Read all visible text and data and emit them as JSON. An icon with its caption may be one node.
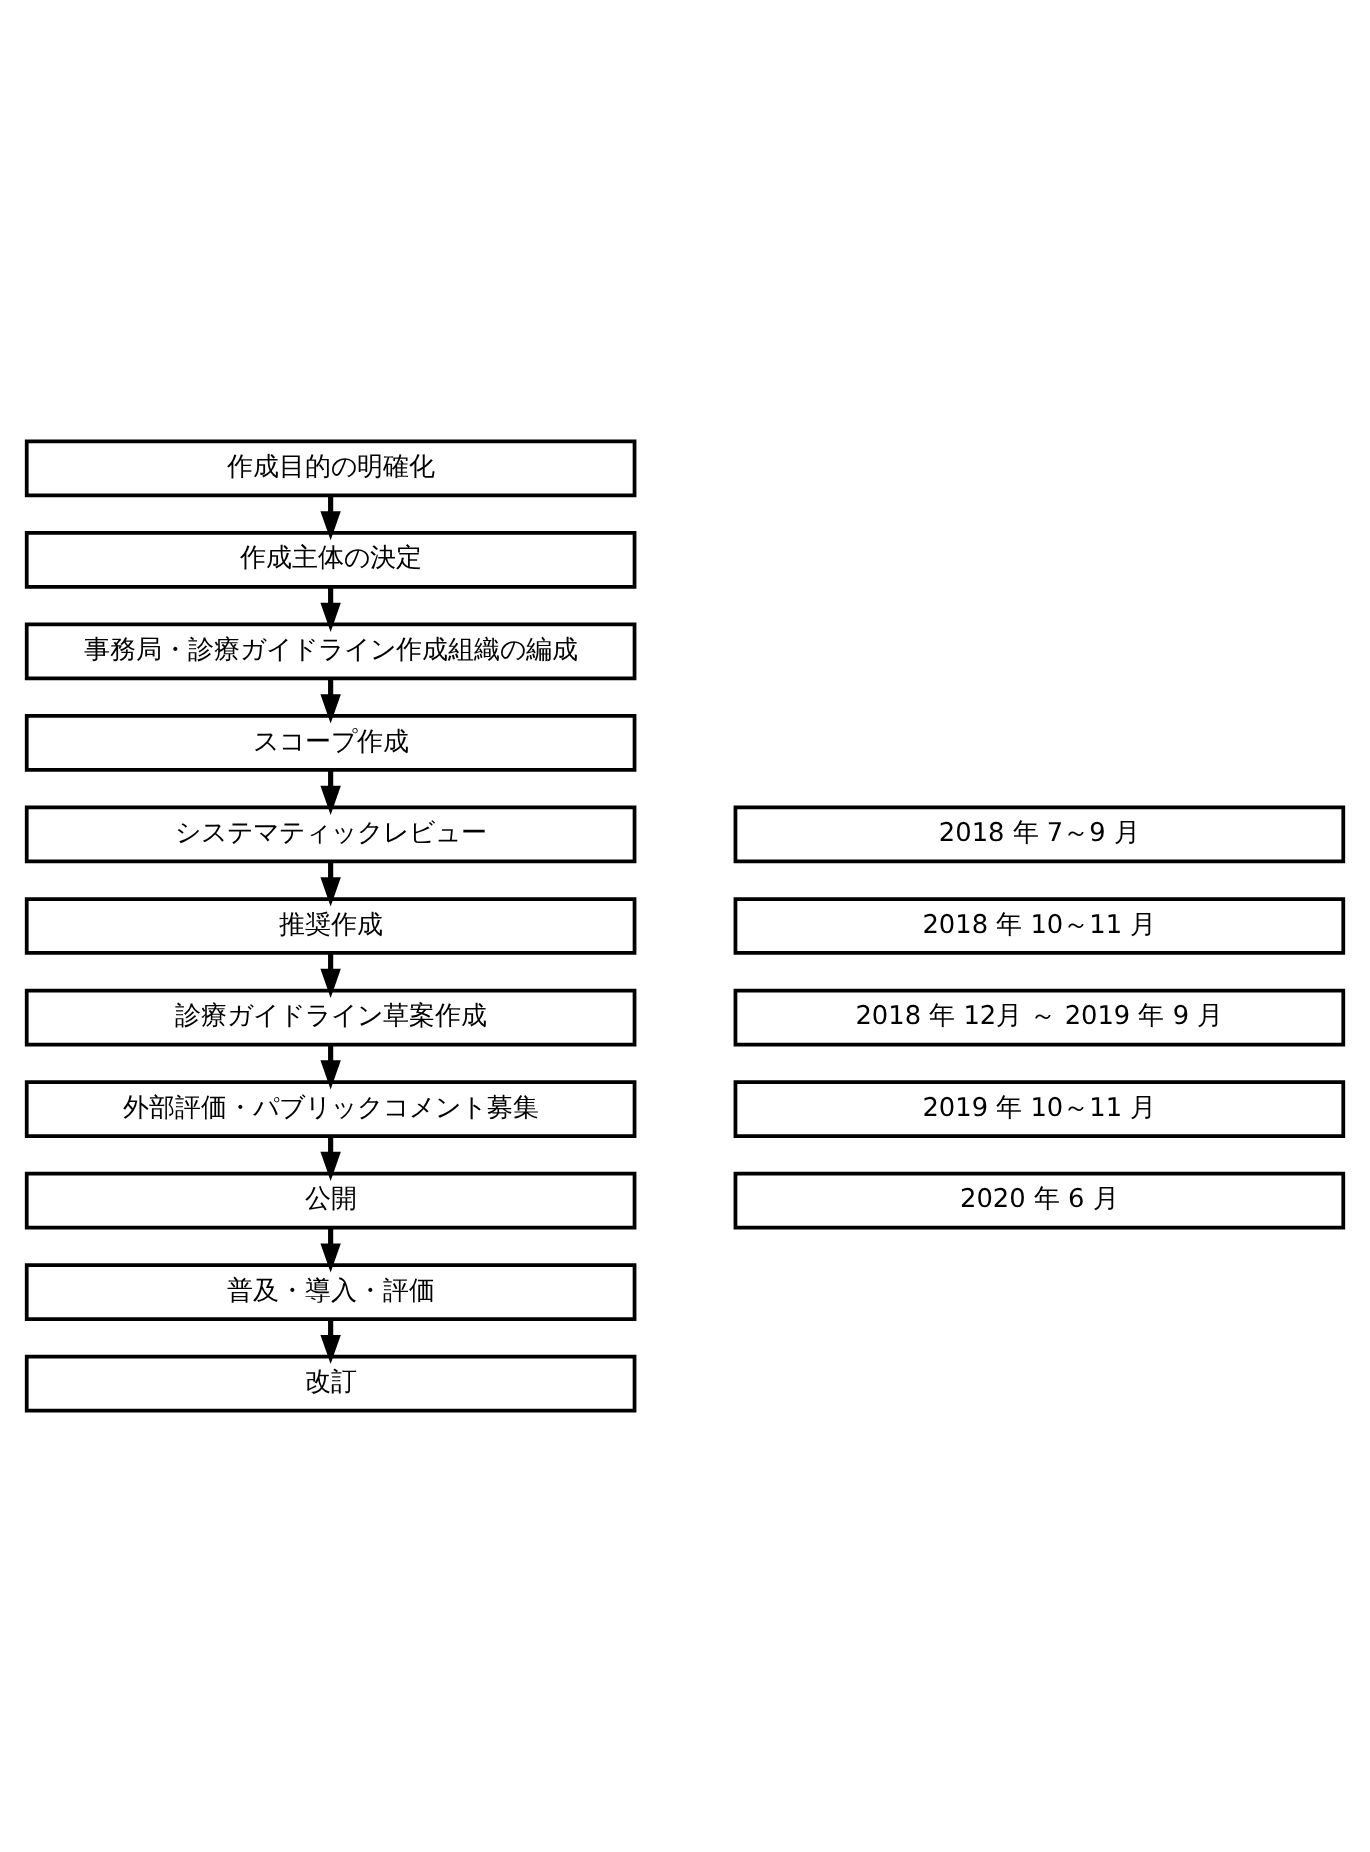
{
  "diagram": {
    "nodes": [
      {
        "text": [
          "作成目的の明確化"
        ]
      },
      {
        "text": [
          "作成主体の決定"
        ]
      },
      {
        "text": [
          "事務局・診療ガイドライン作成組織の編成"
        ]
      },
      {
        "text": [
          "スコープ作成"
        ]
      },
      {
        "text": [
          "システマティックレビュー"
        ]
      },
      {
        "text": [
          "推奨作成"
        ]
      },
      {
        "text": [
          "診療ガイドライン草案作成"
        ]
      },
      {
        "text": [
          "外部評価・パブリックコメント募集"
        ]
      },
      {
        "text": [
          "公開"
        ]
      },
      {
        "text": [
          "普及・導入・評価"
        ]
      },
      {
        "text": [
          "改訂"
        ]
      },
      {
        "text": [
          "2018 年 7～9 月"
        ]
      },
      {
        "text": [
          "2018 年 10～11 月"
        ]
      },
      {
        "text": [
          "2018 年 12月 ～ 2019 年 9 月"
        ]
      },
      {
        "text": [
          "2019 年 10～11 月"
        ]
      },
      {
        "text": [
          "2020 年 6 月"
        ]
      }
    ],
    "edges": [
      {
        "from": 0,
        "to": 1,
        "arrow": "to"
      },
      {
        "from": 1,
        "to": 2,
        "arrow": "to"
      },
      {
        "from": 2,
        "to": 3,
        "arrow": "to"
      },
      {
        "from": 3,
        "to": 4,
        "arrow": "to"
      },
      {
        "from": 4,
        "to": 5,
        "arrow": "to"
      },
      {
        "from": 5,
        "to": 6,
        "arrow": "to"
      },
      {
        "from": 6,
        "to": 7,
        "arrow": "to"
      },
      {
        "from": 7,
        "to": 8,
        "arrow": "to"
      },
      {
        "from": 8,
        "to": 9,
        "arrow": "to"
      },
      {
        "from": 9,
        "to": 10,
        "arrow": "to"
      }
    ]
  }
}
